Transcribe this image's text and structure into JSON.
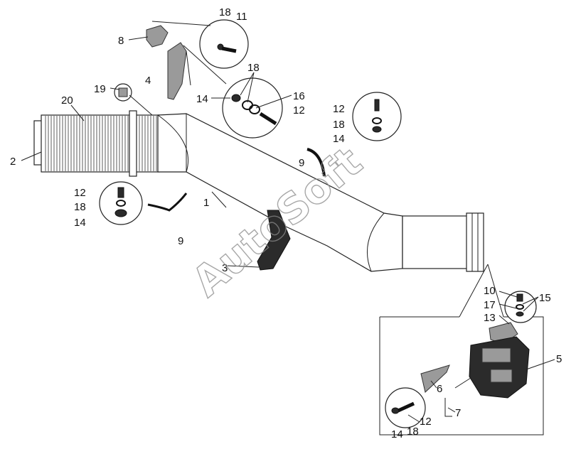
{
  "watermark": "AutoSoft",
  "callouts": {
    "c2": "2",
    "c20": "20",
    "c19": "19",
    "c8": "8",
    "c4": "4",
    "c18a": "18",
    "c11": "11",
    "c18b": "18",
    "c14a": "14",
    "c16": "16",
    "c12a": "12",
    "c12b": "12",
    "c18c": "18",
    "c14b": "14",
    "c9a": "9",
    "c12c": "12",
    "c18d": "18",
    "c14c": "14",
    "c1": "1",
    "c9b": "9",
    "c3": "3",
    "c10": "10",
    "c15": "15",
    "c17": "17",
    "c13": "13",
    "c5": "5",
    "c6": "6",
    "c7": "7",
    "c12d": "12",
    "c14d": "14",
    "c18e": "18"
  },
  "colors": {
    "ink": "#111111",
    "watermark": "#8a8a8a",
    "paper": "#ffffff"
  }
}
